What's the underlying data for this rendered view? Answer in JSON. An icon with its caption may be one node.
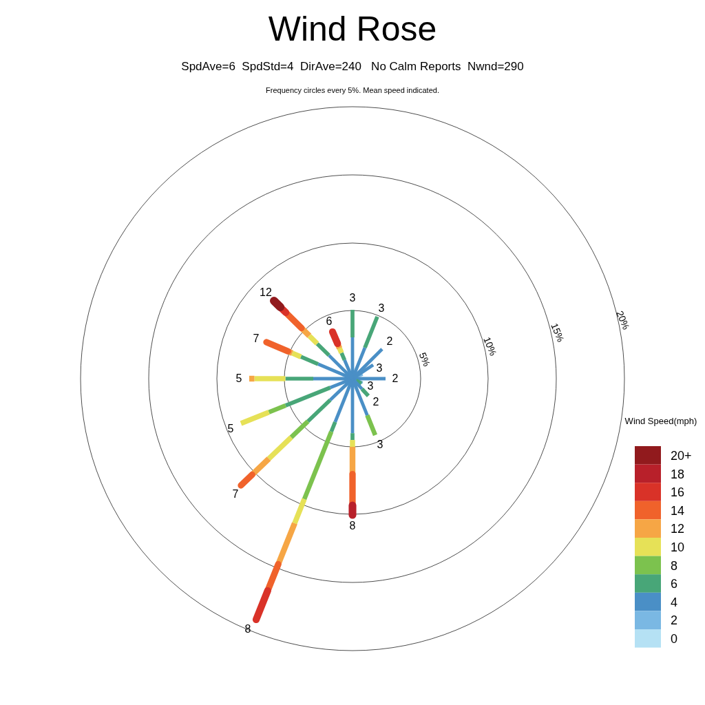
{
  "diagram": {
    "title": "Wind Rose",
    "labels": [
      "SpdAve=6  SpdStd=4  DirAve=240   No Calm Reports  Nwnd=290",
      "Frequency circles every 5%. Mean speed indicated.",
      "12",
      "3",
      "3",
      "6",
      "7",
      "2",
      "20%",
      "15%",
      "10%",
      "5%",
      "3",
      "5",
      "2",
      "3",
      "2",
      "Wind Speed(mph)",
      "5",
      "3",
      "7",
      "8",
      "8"
    ],
    "legend": [
      {
        "text": "20+",
        "color": "#911a1d"
      },
      {
        "text": "18",
        "color": "#b8202a"
      },
      {
        "text": "16",
        "color": "#d93228"
      },
      {
        "text": "14",
        "color": "#f0622b"
      },
      {
        "text": "12",
        "color": "#f6a645"
      },
      {
        "text": "10",
        "color": "#e6e157"
      },
      {
        "text": "8",
        "color": "#7cc24e"
      },
      {
        "text": "6",
        "color": "#48a678"
      },
      {
        "text": "4",
        "color": "#4a8fc6"
      },
      {
        "text": "2",
        "color": "#7ab8e3"
      },
      {
        "text": "0",
        "color": "#b5e1f4"
      }
    ]
  }
}
